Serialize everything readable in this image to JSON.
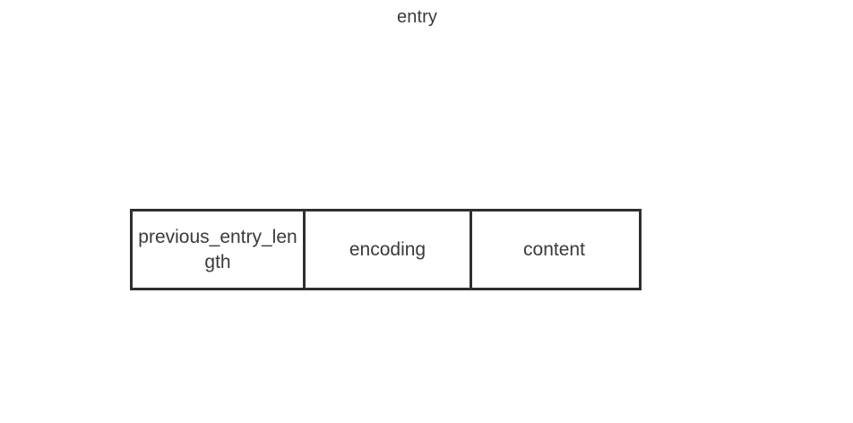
{
  "diagram": {
    "type": "struct-layout",
    "title": "entry",
    "background_color": "#ffffff",
    "border_color": "#2f2f2f",
    "text_color": "#3a3a3a",
    "fields": [
      {
        "label": "previous_entry_length"
      },
      {
        "label": "encoding"
      },
      {
        "label": "content"
      }
    ]
  }
}
